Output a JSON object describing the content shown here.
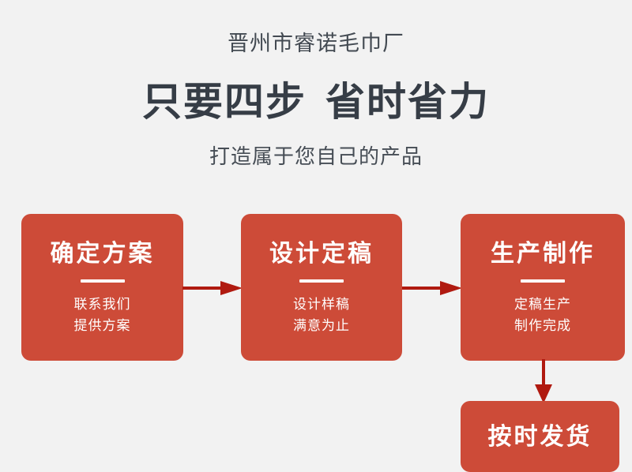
{
  "page": {
    "background_color": "#f2f2f2",
    "accent_color": "#cd4b38",
    "arrow_color": "#b01a10",
    "heading_color": "#363d46"
  },
  "header": {
    "brand": "晋州市睿诺毛巾厂",
    "headline_left": "只要四步",
    "headline_right": "省时省力",
    "subline": "打造属于您自己的产品"
  },
  "steps": [
    {
      "title": "确定方案",
      "lines": [
        "联系我们",
        "提供方案"
      ]
    },
    {
      "title": "设计定稿",
      "lines": [
        "设计样稿",
        "满意为止"
      ]
    },
    {
      "title": "生产制作",
      "lines": [
        "定稿生产",
        "制作完成"
      ]
    },
    {
      "title": "按时发货",
      "lines": []
    }
  ],
  "connectors": [
    {
      "name": "arrow-step1-to-step2",
      "direction": "right"
    },
    {
      "name": "arrow-step2-to-step3",
      "direction": "right"
    },
    {
      "name": "arrow-step3-to-step4",
      "direction": "down"
    }
  ]
}
